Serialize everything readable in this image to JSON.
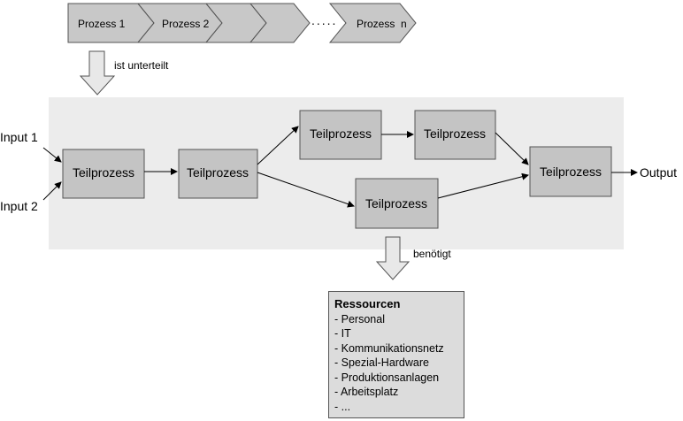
{
  "chevrons": [
    "Prozess 1",
    "Prozess 2",
    "",
    "",
    "Prozess  n"
  ],
  "chevron_dots": ".....",
  "arrow_labels": {
    "subdivided": "ist unterteilt",
    "requires": "benötigt"
  },
  "inputs": [
    "Input 1",
    "Input 2"
  ],
  "output": "Output",
  "subprocesses": [
    "Teilprozess",
    "Teilprozess",
    "Teilprozess",
    "Teilprozess",
    "Teilprozess",
    "Teilprozess"
  ],
  "resources": {
    "title": "Ressourcen",
    "items": [
      "- Personal",
      "- IT",
      "- Kommunikationsnetz",
      "- Spezial-Hardware",
      "- Produktionsanlagen",
      "- Arbeitsplatz",
      "- ..."
    ]
  },
  "colors": {
    "chevron_fill": "#c8c8c8",
    "panel_fill": "#ececec",
    "box_fill": "#c4c4c4",
    "arrow_fill": "#e8e8e8",
    "resource_fill": "#dcdcdc"
  }
}
